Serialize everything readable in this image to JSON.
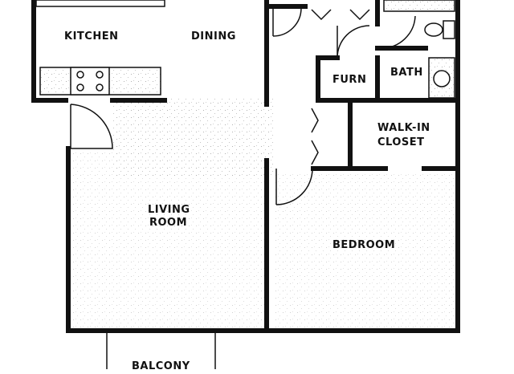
{
  "rooms": {
    "kitchen": "KITCHEN",
    "dining": "DINING",
    "furn": "FURN",
    "bath": "BATH",
    "walk_in_closet_line1": "WALK-IN",
    "walk_in_closet_line2": "CLOSET",
    "living_room_line1": "LIVING",
    "living_room_line2": "ROOM",
    "bedroom": "BEDROOM",
    "balcony": "BALCONY"
  },
  "colors": {
    "wall": "#111111",
    "floor_speckle": "#bdbdbd",
    "background": "#ffffff"
  },
  "icons": [
    "stove-icon",
    "toilet-icon",
    "sink-icon",
    "bathtub-icon",
    "door-swing-icon"
  ]
}
